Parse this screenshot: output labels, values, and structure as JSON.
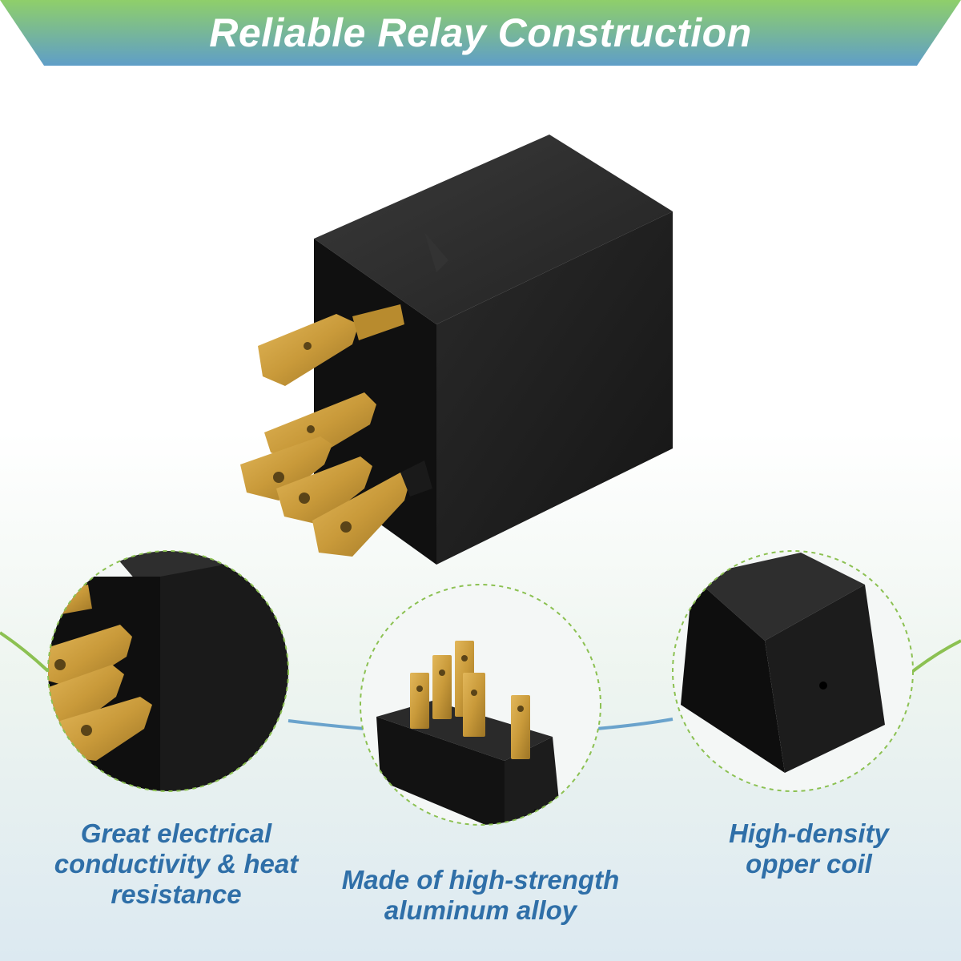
{
  "header": {
    "title": "Reliable Relay Construction"
  },
  "features": [
    {
      "lines": [
        "Great electrical",
        "conductivity & heat",
        "resistance"
      ]
    },
    {
      "lines": [
        "Made of high-strength",
        "aluminum alloy"
      ]
    },
    {
      "lines": [
        "High-density",
        "opper coil"
      ]
    }
  ],
  "colors": {
    "banner_gradient_start": "#8fcf6a",
    "banner_gradient_end": "#5f9ec8",
    "caption": "#2f6fa8",
    "relay_body": "#1b1b1b",
    "terminal_gold": "#c99a3a",
    "connector_green": "#8cc152",
    "connector_blue": "#6aa3cc"
  }
}
